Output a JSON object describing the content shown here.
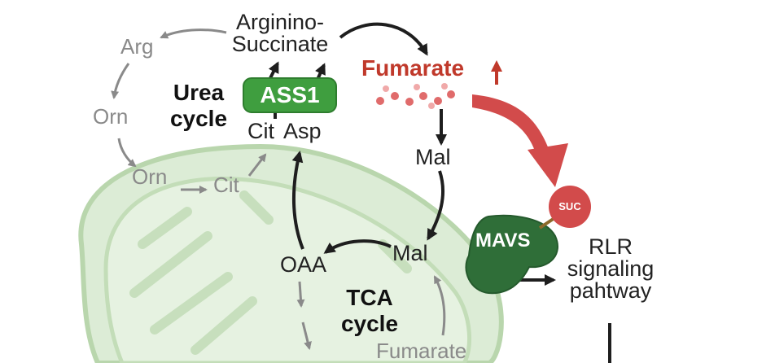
{
  "urea_cycle": {
    "title_line1": "Urea",
    "title_line2": "cycle",
    "arg": "Arg",
    "orn_upper": "Orn",
    "orn_lower": "Orn",
    "cit_lower": "Cit",
    "arginino_line1": "Arginino-",
    "arginino_line2": "Succinate",
    "cit_upper": "Cit",
    "asp": "Asp"
  },
  "enzyme": {
    "label": "ASS1",
    "color": "#3f9e3f"
  },
  "fumarate_top": {
    "label": "Fumarate",
    "color": "#c0392b"
  },
  "tca_cycle": {
    "title_line1": "TCA",
    "title_line2": "cycle",
    "mal_upper": "Mal",
    "mal_lower": "Mal",
    "oaa": "OAA",
    "fumarate_bottom": "Fumarate"
  },
  "mavs": {
    "label": "MAVS",
    "color": "#2f6e38"
  },
  "suc": {
    "label": "SUC",
    "color": "#d24b4b"
  },
  "rlr": {
    "line1": "RLR",
    "line2": "signaling",
    "line3": "pahtway"
  },
  "colors": {
    "mito_fill": "#dcecd6",
    "mito_stroke": "#b9d6ad",
    "accent_red": "#c0392b"
  }
}
